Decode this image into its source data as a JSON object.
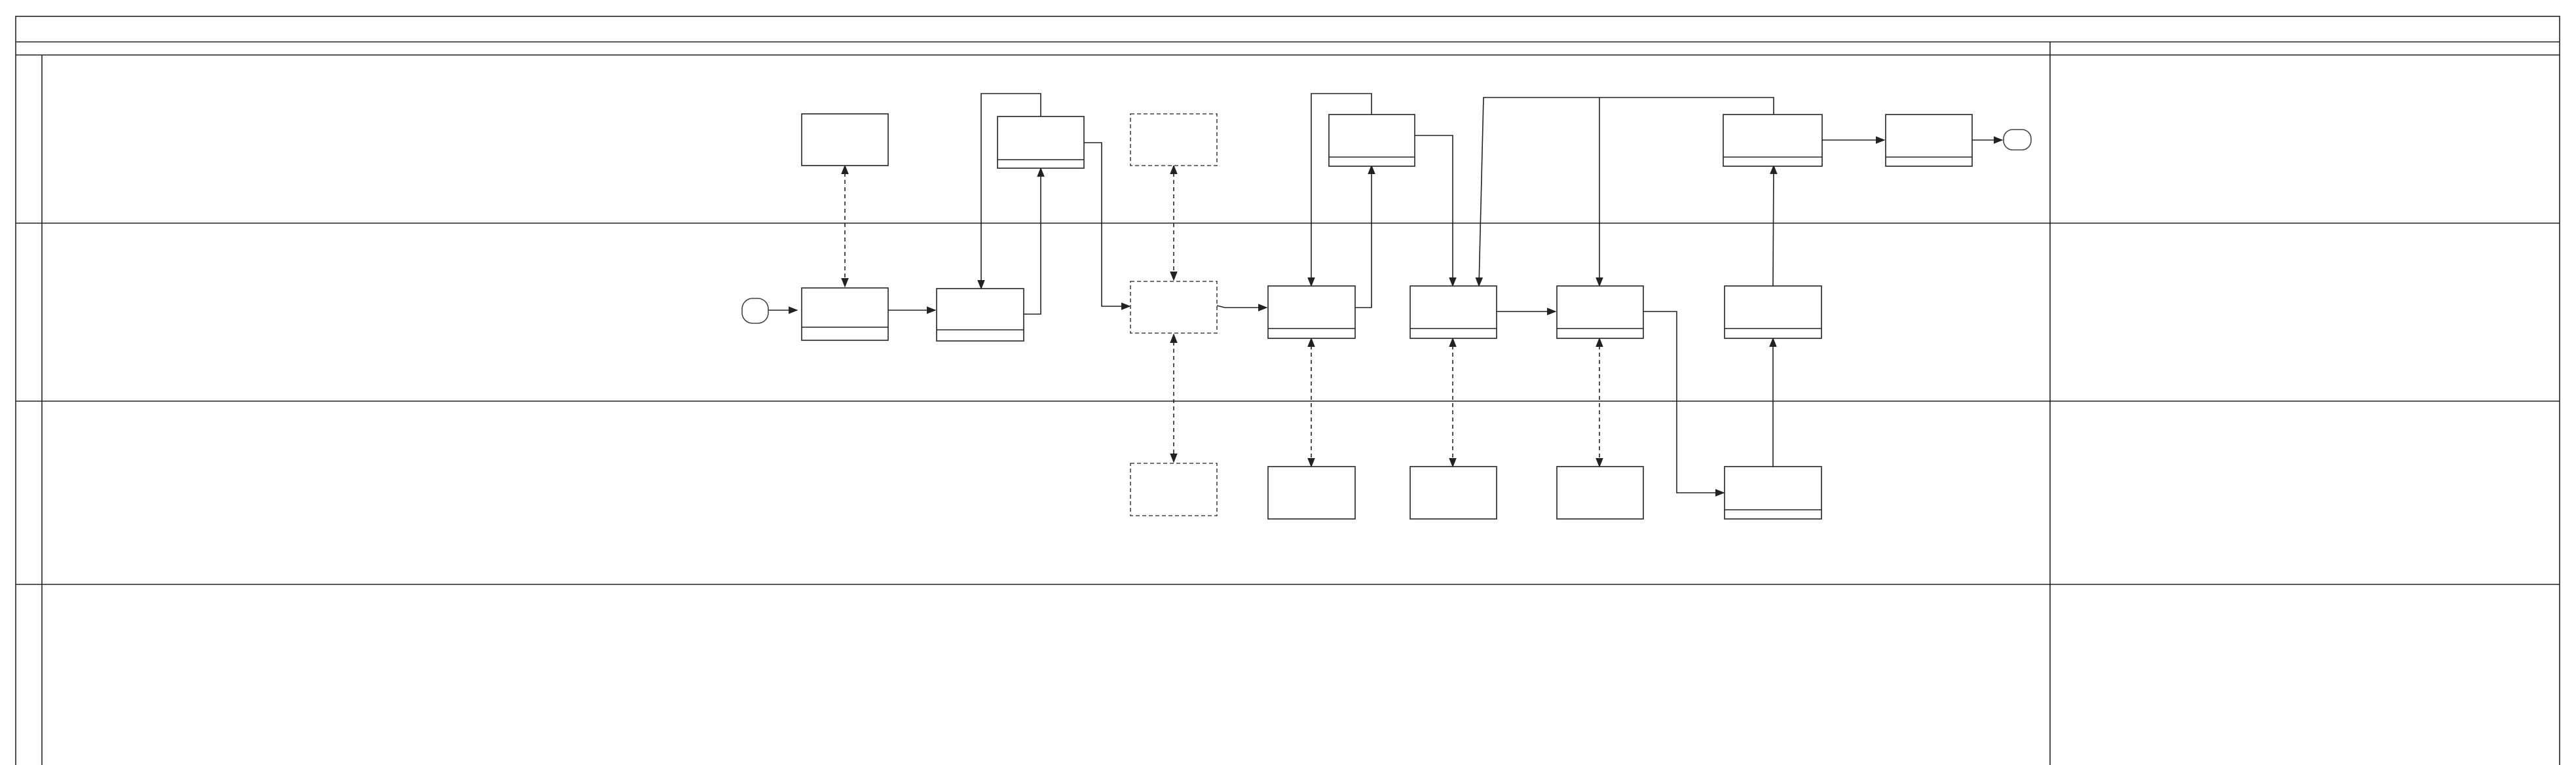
{
  "diagram": {
    "type": "cross-functional swimlane flowchart",
    "title": "",
    "lanes": [
      {
        "id": "lane-1",
        "label": ""
      },
      {
        "id": "lane-2",
        "label": ""
      },
      {
        "id": "lane-3",
        "label": ""
      },
      {
        "id": "lane-4",
        "label": ""
      }
    ],
    "notes_column_label": "",
    "nodes": [
      {
        "id": "start",
        "kind": "terminator",
        "label": ""
      },
      {
        "id": "n-l2-1",
        "kind": "process-divided",
        "label": ""
      },
      {
        "id": "n-l1-1",
        "kind": "process",
        "label": ""
      },
      {
        "id": "n-l2-2",
        "kind": "process-divided",
        "label": ""
      },
      {
        "id": "n-l1-2",
        "kind": "process-divided",
        "label": ""
      },
      {
        "id": "n-l1-3",
        "kind": "process-dashed",
        "label": ""
      },
      {
        "id": "n-l2-3",
        "kind": "process-dashed",
        "label": ""
      },
      {
        "id": "n-l3-1",
        "kind": "process-dashed",
        "label": ""
      },
      {
        "id": "n-l2-4",
        "kind": "process-divided",
        "label": ""
      },
      {
        "id": "n-l3-2",
        "kind": "process",
        "label": ""
      },
      {
        "id": "n-l1-4",
        "kind": "process-divided",
        "label": ""
      },
      {
        "id": "n-l2-5",
        "kind": "process-divided",
        "label": ""
      },
      {
        "id": "n-l3-3",
        "kind": "process",
        "label": ""
      },
      {
        "id": "n-l2-6",
        "kind": "process-divided",
        "label": ""
      },
      {
        "id": "n-l3-4",
        "kind": "process",
        "label": ""
      },
      {
        "id": "n-l3-5",
        "kind": "process-divided",
        "label": ""
      },
      {
        "id": "n-l2-7",
        "kind": "process-divided",
        "label": ""
      },
      {
        "id": "n-l1-5",
        "kind": "process-divided",
        "label": ""
      },
      {
        "id": "n-l1-6",
        "kind": "process-divided",
        "label": ""
      },
      {
        "id": "end",
        "kind": "terminator",
        "label": ""
      }
    ],
    "edges": [
      {
        "from": "start",
        "to": "n-l2-1",
        "style": "solid"
      },
      {
        "from": "n-l1-1",
        "to": "n-l2-1",
        "style": "dashed",
        "bidirectional": true
      },
      {
        "from": "n-l2-1",
        "to": "n-l2-2",
        "style": "solid"
      },
      {
        "from": "n-l2-2",
        "to": "n-l1-2",
        "style": "solid"
      },
      {
        "from": "n-l1-2",
        "to": "n-l2-2",
        "style": "solid"
      },
      {
        "from": "n-l1-2",
        "to": "n-l2-3",
        "style": "solid"
      },
      {
        "from": "n-l1-3",
        "to": "n-l2-3",
        "style": "dashed",
        "bidirectional": true
      },
      {
        "from": "n-l2-3",
        "to": "n-l3-1",
        "style": "dashed",
        "bidirectional": true
      },
      {
        "from": "n-l2-3",
        "to": "n-l2-4",
        "style": "solid"
      },
      {
        "from": "n-l2-4",
        "to": "n-l3-2",
        "style": "dashed",
        "bidirectional": true
      },
      {
        "from": "n-l2-4",
        "to": "n-l1-4",
        "style": "solid"
      },
      {
        "from": "n-l1-4",
        "to": "n-l2-4",
        "style": "solid"
      },
      {
        "from": "n-l1-4",
        "to": "n-l2-5",
        "style": "solid"
      },
      {
        "from": "n-l2-5",
        "to": "n-l3-3",
        "style": "dashed",
        "bidirectional": true
      },
      {
        "from": "n-l2-5",
        "to": "n-l2-6",
        "style": "solid"
      },
      {
        "from": "n-l2-6",
        "to": "n-l3-4",
        "style": "dashed",
        "bidirectional": true
      },
      {
        "from": "n-l2-6",
        "to": "n-l3-5",
        "style": "solid"
      },
      {
        "from": "n-l3-5",
        "to": "n-l2-7",
        "style": "solid"
      },
      {
        "from": "n-l2-7",
        "to": "n-l1-5",
        "style": "solid"
      },
      {
        "from": "n-l1-5",
        "to": "n-l2-5",
        "style": "solid"
      },
      {
        "from": "n-l1-5",
        "to": "n-l2-6",
        "style": "solid"
      },
      {
        "from": "n-l1-5",
        "to": "n-l1-6",
        "style": "solid"
      },
      {
        "from": "n-l1-6",
        "to": "end",
        "style": "solid"
      }
    ]
  }
}
